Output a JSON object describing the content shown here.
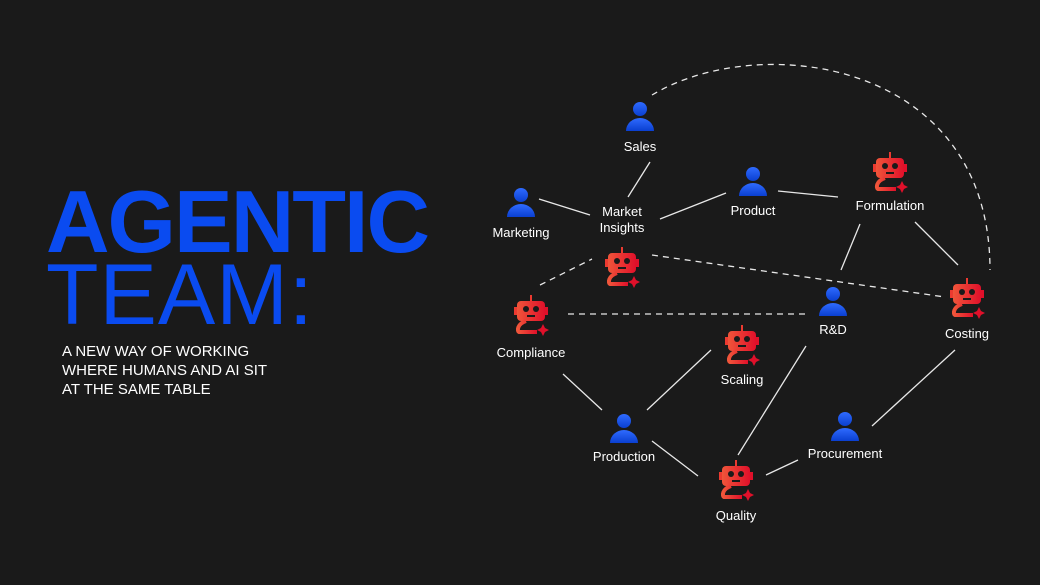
{
  "title": {
    "line1": "AGENTIC",
    "line2": "TEAM:"
  },
  "subtitle": [
    "A NEW WAY OF WORKING",
    "WHERE HUMANS AND AI SIT",
    "AT THE SAME TABLE"
  ],
  "colors": {
    "background": "#1a1a1a",
    "human": "#1a56f0",
    "ai": "#e8342c",
    "title": "#0a4bf0"
  },
  "nodes": [
    {
      "id": "sales",
      "label": [
        "Sales"
      ],
      "type": "human"
    },
    {
      "id": "marketing",
      "label": [
        "Marketing"
      ],
      "type": "human"
    },
    {
      "id": "market-insights",
      "label": [
        "Market",
        "Insights"
      ],
      "type": "ai"
    },
    {
      "id": "product",
      "label": [
        "Product"
      ],
      "type": "human"
    },
    {
      "id": "formulation",
      "label": [
        "Formulation"
      ],
      "type": "ai"
    },
    {
      "id": "compliance",
      "label": [
        "Compliance"
      ],
      "type": "ai"
    },
    {
      "id": "rnd",
      "label": [
        "R&D"
      ],
      "type": "human"
    },
    {
      "id": "costing",
      "label": [
        "Costing"
      ],
      "type": "ai"
    },
    {
      "id": "scaling",
      "label": [
        "Scaling"
      ],
      "type": "ai"
    },
    {
      "id": "production",
      "label": [
        "Production"
      ],
      "type": "human"
    },
    {
      "id": "procurement",
      "label": [
        "Procurement"
      ],
      "type": "human"
    },
    {
      "id": "quality",
      "label": [
        "Quality"
      ],
      "type": "ai"
    }
  ],
  "edges": [
    {
      "from": "sales",
      "to": "market-insights",
      "style": "solid"
    },
    {
      "from": "marketing",
      "to": "market-insights",
      "style": "solid"
    },
    {
      "from": "market-insights",
      "to": "product",
      "style": "solid"
    },
    {
      "from": "product",
      "to": "formulation",
      "style": "solid"
    },
    {
      "from": "formulation",
      "to": "rnd",
      "style": "solid"
    },
    {
      "from": "formulation",
      "to": "costing",
      "style": "solid"
    },
    {
      "from": "compliance",
      "to": "production",
      "style": "solid"
    },
    {
      "from": "scaling",
      "to": "production",
      "style": "solid"
    },
    {
      "from": "production",
      "to": "quality",
      "style": "solid"
    },
    {
      "from": "rnd",
      "to": "quality",
      "style": "solid"
    },
    {
      "from": "procurement",
      "to": "quality",
      "style": "solid"
    },
    {
      "from": "costing",
      "to": "procurement",
      "style": "solid"
    },
    {
      "from": "market-insights",
      "to": "compliance",
      "style": "dashed"
    },
    {
      "from": "market-insights",
      "to": "costing",
      "style": "dashed"
    },
    {
      "from": "compliance",
      "to": "rnd",
      "style": "dashed"
    },
    {
      "from": "sales",
      "to": "costing",
      "style": "dashed"
    }
  ]
}
